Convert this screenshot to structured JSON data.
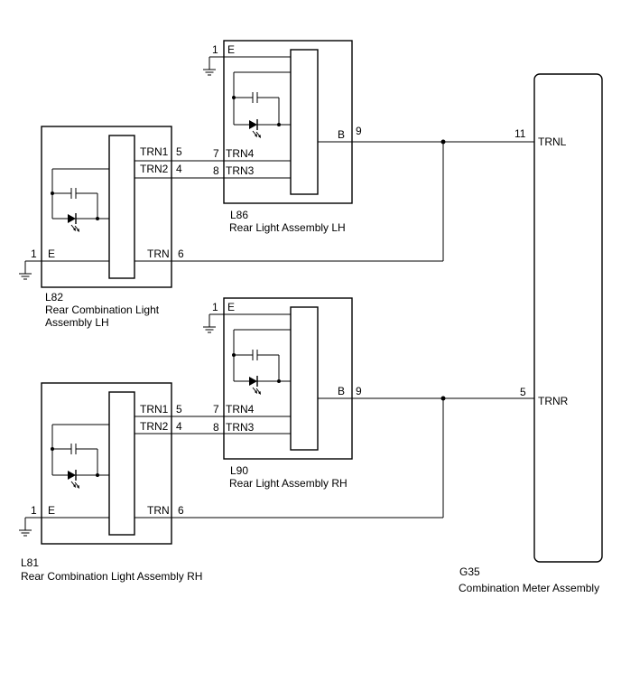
{
  "components": {
    "l86": {
      "code": "L86",
      "name": "Rear Light Assembly LH",
      "pins": {
        "e": "1",
        "b": "9",
        "trn4": "7",
        "trn3": "8"
      },
      "terms": {
        "e": "E",
        "b": "B",
        "trn4": "TRN4",
        "trn3": "TRN3"
      }
    },
    "l82": {
      "code": "L82",
      "name_line1": "Rear Combination Light",
      "name_line2": "Assembly LH",
      "pins": {
        "trn1": "5",
        "trn2": "4",
        "e": "1",
        "trn": "6"
      },
      "terms": {
        "trn1": "TRN1",
        "trn2": "TRN2",
        "e": "E",
        "trn": "TRN"
      }
    },
    "l90": {
      "code": "L90",
      "name": "Rear Light Assembly RH",
      "pins": {
        "e": "1",
        "b": "9",
        "trn4": "7",
        "trn3": "8"
      },
      "terms": {
        "e": "E",
        "b": "B",
        "trn4": "TRN4",
        "trn3": "TRN3"
      }
    },
    "l81": {
      "code": "L81",
      "name": "Rear Combination Light Assembly RH",
      "pins": {
        "trn1": "5",
        "trn2": "4",
        "e": "1",
        "trn": "6"
      },
      "terms": {
        "trn1": "TRN1",
        "trn2": "TRN2",
        "e": "E",
        "trn": "TRN"
      }
    },
    "g35": {
      "code": "G35",
      "name": "Combination Meter Assembly",
      "pins": {
        "trnl": "11",
        "trnr": "5"
      },
      "terms": {
        "trnl": "TRNL",
        "trnr": "TRNR"
      }
    }
  },
  "icons": [
    "ground-icon",
    "led-icon",
    "capacitor-icon",
    "junction-dot-icon"
  ]
}
